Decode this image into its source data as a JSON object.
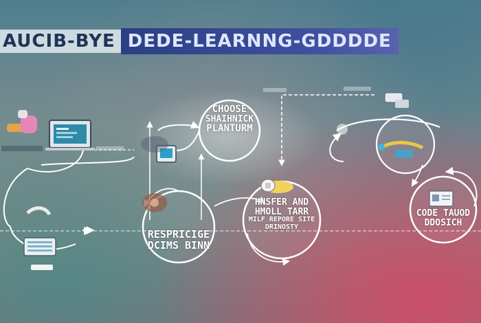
{
  "banner": {
    "left_text": "AUCIB-BYE",
    "right_text": "DEDE-LEARNNG-GDDDDE"
  },
  "nodes": {
    "choose_line1": "CHOOSE",
    "choose_line2": "SHAIHNICK",
    "choose_line3": "PLANTURM",
    "respbridge_line1": "RESPRICIGE",
    "respbridge_line2": "DCIMS BINN",
    "hnsfer_line1": "HNSFER AND",
    "hnsfer_line2": "HMOLL TARR",
    "hnsfer_line3": "MILF REPORE SITE",
    "hnsfer_line4": "DRINOSTY",
    "code_line1": "CODE TAUOD",
    "code_line2": "DDOSICH"
  },
  "colors": {
    "banner_left_bg": "#e1ebf0",
    "banner_right_bg": "#3f50a0",
    "line": "#ffffff"
  },
  "icons": [
    "laptop-icon",
    "hand-icon",
    "tablet-icon",
    "keyboard-icon",
    "gear-icon",
    "funnel-icon",
    "robot-arm-icon",
    "document-icon"
  ]
}
